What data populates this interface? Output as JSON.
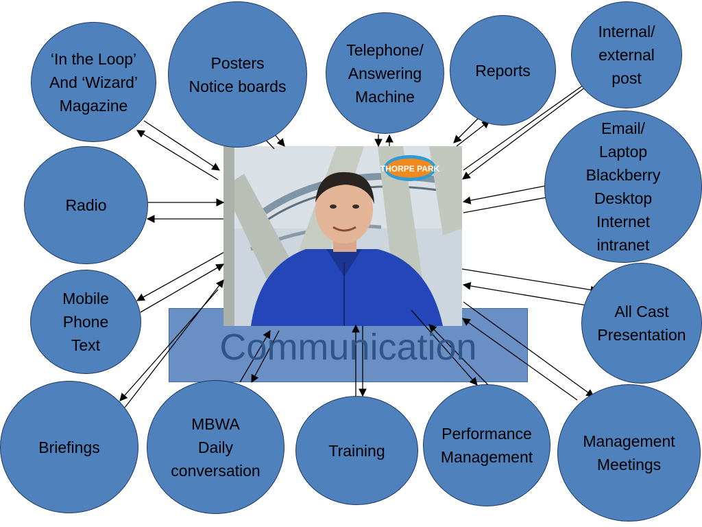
{
  "diagram": {
    "center": {
      "title": "Communication",
      "photo_logo_text": "THORPE PARK"
    },
    "nodes": [
      {
        "id": "in-the-loop",
        "label": "‘In the Loop’\nAnd ‘Wizard’\nMagazine"
      },
      {
        "id": "posters",
        "label": "Posters\nNotice boards"
      },
      {
        "id": "telephone",
        "label": "Telephone/\nAnswering\nMachine"
      },
      {
        "id": "reports",
        "label": "Reports"
      },
      {
        "id": "post",
        "label": "Internal/\nexternal\npost"
      },
      {
        "id": "radio",
        "label": "Radio"
      },
      {
        "id": "email",
        "label": "Email/\nLaptop\nBlackberry\nDesktop\nInternet\nintranet"
      },
      {
        "id": "mobile",
        "label": "Mobile\nPhone\nText"
      },
      {
        "id": "all-cast",
        "label": "All Cast\nPresentation"
      },
      {
        "id": "briefings",
        "label": "Briefings"
      },
      {
        "id": "mbwa",
        "label": "MBWA\nDaily\nconversation"
      },
      {
        "id": "training",
        "label": "Training"
      },
      {
        "id": "performance",
        "label": "Performance\nManagement"
      },
      {
        "id": "management",
        "label": "Management\nMeetings"
      }
    ],
    "colors": {
      "node_fill": "#4f81bd",
      "node_border": "#1e3a63",
      "box_fill": "#6a8fc5",
      "title_text": "#2f5589",
      "arrow": "#000000"
    }
  }
}
